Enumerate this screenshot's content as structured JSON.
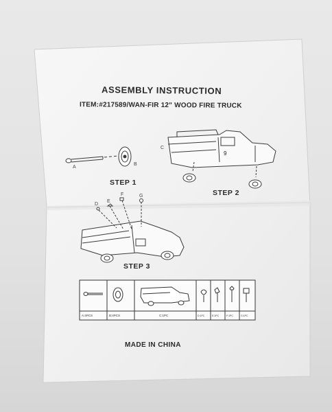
{
  "document": {
    "title": "ASSEMBLY INSTRUCTION",
    "item_line": "ITEM:#217589/WAN-FIR 12\" WOOD FIRE TRUCK",
    "steps": [
      "STEP 1",
      "STEP 2",
      "STEP 3"
    ],
    "footer": "MADE IN CHINA",
    "truck_number": "9"
  },
  "part_labels": {
    "a": "A",
    "b": "B",
    "c": "C",
    "d": "D",
    "e": "E",
    "f": "F",
    "g": "G"
  },
  "parts_table": {
    "cells": [
      "A:4PCS",
      "B:4PCS",
      "C:1PC",
      "D:1PC",
      "E:1PC",
      "F:1PC",
      "G:1PC"
    ]
  }
}
